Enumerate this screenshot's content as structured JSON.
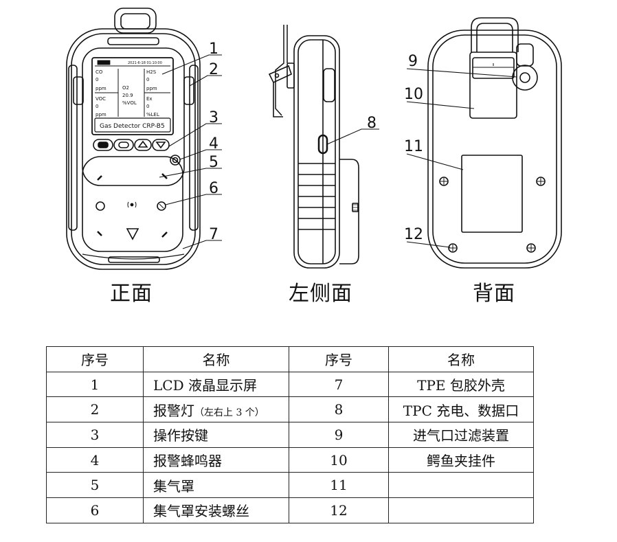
{
  "callouts": [
    "1",
    "2",
    "3",
    "4",
    "5",
    "6",
    "7",
    "8",
    "9",
    "10",
    "11",
    "12"
  ],
  "views": {
    "front": "正面",
    "left": "左侧面",
    "back": "背面"
  },
  "screen": {
    "date": "2021-6-18 01:10:00",
    "cells": [
      [
        "CO",
        "0",
        "ppm"
      ],
      [
        "",
        "O2",
        "20.9",
        "%VOL"
      ],
      [
        "H2S",
        "0",
        "ppm"
      ],
      [
        "VOC",
        "0",
        "ppm"
      ],
      [
        "Ex",
        "0",
        "%LEL"
      ]
    ],
    "model": "Gas Detector CRP-B5"
  },
  "table": {
    "headers": [
      "序号",
      "名称",
      "序号",
      "名称"
    ],
    "rows": [
      {
        "n1": "1",
        "name1": "LCD 液晶显示屏",
        "note1": "",
        "n2": "7",
        "name2": "TPE 包胶外壳"
      },
      {
        "n1": "2",
        "name1": "报警灯",
        "note1": "（左右上 3 个）",
        "n2": "8",
        "name2": "TPC 充电、数据口"
      },
      {
        "n1": "3",
        "name1": "操作按键",
        "note1": "",
        "n2": "9",
        "name2": "进气口过滤装置"
      },
      {
        "n1": "4",
        "name1": "报警蜂鸣器",
        "note1": "",
        "n2": "10",
        "name2": "鳄鱼夹挂件"
      },
      {
        "n1": "5",
        "name1": "集气罩",
        "note1": "",
        "n2": "11",
        "name2": ""
      },
      {
        "n1": "6",
        "name1": "集气罩安装螺丝",
        "note1": "",
        "n2": "12",
        "name2": ""
      }
    ]
  }
}
